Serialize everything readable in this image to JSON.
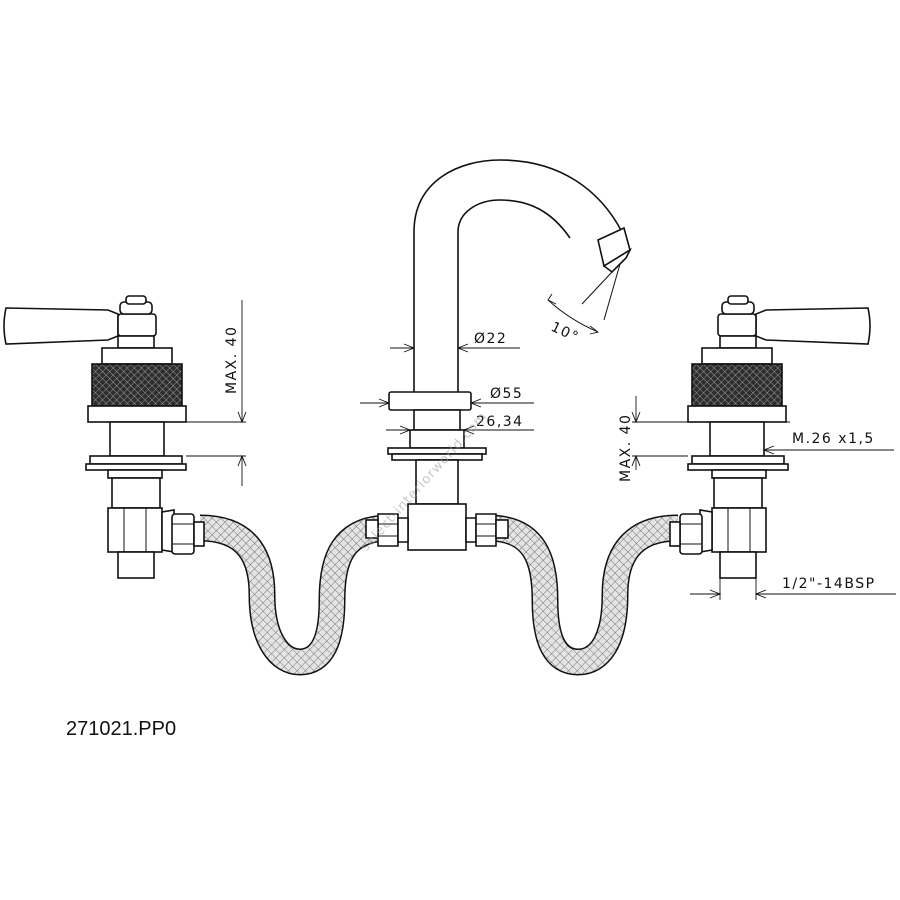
{
  "product_code": "271021.PP0",
  "watermark": "select-interiorworld.com",
  "dimensions": {
    "spout_diameter": "Ø22",
    "base_diameter": "Ø55",
    "shank_diameter": "26,34",
    "spout_angle": "10°",
    "left_max": "MAX. 40",
    "right_max": "MAX. 40",
    "thread": "M.26 x1,5",
    "connection": "1/2\"-14BSP"
  },
  "colors": {
    "line": "#111111",
    "hose_fill": "#d6d6d6",
    "knurl_fill": "#3a3a3a"
  }
}
